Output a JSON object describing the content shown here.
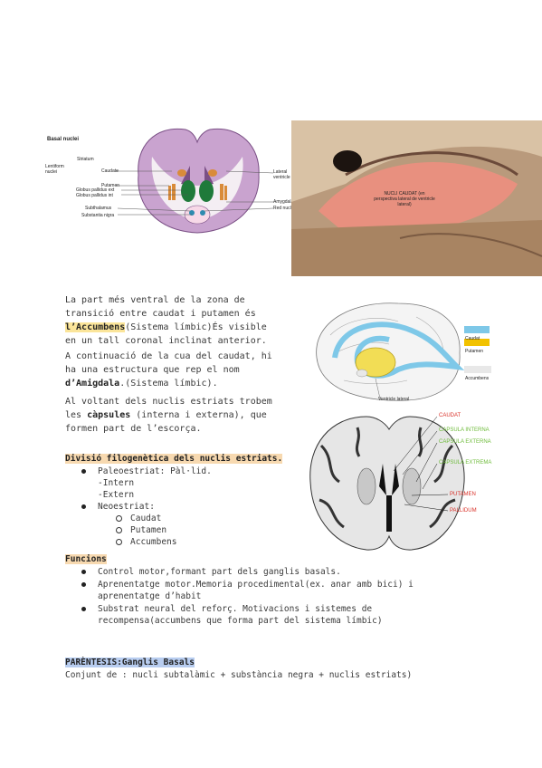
{
  "figure1": {
    "title": "Basal nuclei",
    "labels_left": [
      "Striatum",
      "Lentiform nuclei",
      "Caudate",
      "Putamen",
      "Globus pallidus ext",
      "Globus pallidus int",
      "Subthalamus",
      "Substantia nigra"
    ],
    "labels_right": [
      "Lateral ventricle",
      "Amygdala",
      "Red nucleus"
    ]
  },
  "figure2": {
    "caption": "NUCLI CAUDAT (en perspectiva lateral de ventricle lateral)"
  },
  "figure3": {
    "legend": [
      {
        "label": "Caudat",
        "color": "#7ec8e8"
      },
      {
        "label": "Putamen",
        "color": "#f2c200"
      },
      {
        "label": "Accumbens",
        "color": "#e8e8e8"
      }
    ],
    "caption": "Ventricle lateral"
  },
  "figure4": {
    "labels": [
      {
        "text": "CAUDAT",
        "color": "#d9322a"
      },
      {
        "text": "CAPSULA INTERNA",
        "color": "#6dbb3a"
      },
      {
        "text": "CAPSULA EXTERNA",
        "color": "#6dbb3a"
      },
      {
        "text": "CAPSULA EXTREMA",
        "color": "#6dbb3a"
      },
      {
        "text": "PUTAMEN",
        "color": "#d9322a"
      },
      {
        "text": "PALLIDUM",
        "color": "#d9322a"
      }
    ]
  },
  "intro": {
    "p1_a": "La part més ventral de la zona de transició entre caudat i putamen és ",
    "p1_b": "l’Accumbens",
    "p1_c": "(Sistema límbic)És visible en un tall coronal inclinat anterior.",
    "p2_a": "A continuació de la cua del caudat, hi ha una estructura que rep el nom ",
    "p2_b": "d’Amigdala",
    "p2_c": ".(Sistema límbic).",
    "p3_a": "Al voltant dels nuclis estriats trobem les ",
    "p3_b": "càpsules",
    "p3_c": " (interna i externa), que formen part de l’escorça."
  },
  "division": {
    "title": "Divisió filogenètica dels nuclis estriats.",
    "paleo": "Paleoestriat: Pàl·lid.",
    "paleo_sub": [
      "-Intern",
      "-Extern"
    ],
    "neo": "Neoestriat:",
    "neo_sub": [
      "Caudat",
      "Putamen",
      "Accumbens"
    ]
  },
  "funcions": {
    "title": "Funcions",
    "items": [
      "Control motor,formant part dels ganglis basals.",
      "Aprenentatge motor.Memoria procedimental(ex. anar amb bici) i aprenentatge d’habit",
      "Substrat neural del reforç. Motivacions i sistemes de recompensa(accumbens que forma part del sistema límbic)"
    ]
  },
  "parentesis": {
    "title": "PARÈNTESIS:Ganglis Basals",
    "text": "Conjunt de : nucli subtalàmic + substància negra + nuclis estriats)"
  }
}
